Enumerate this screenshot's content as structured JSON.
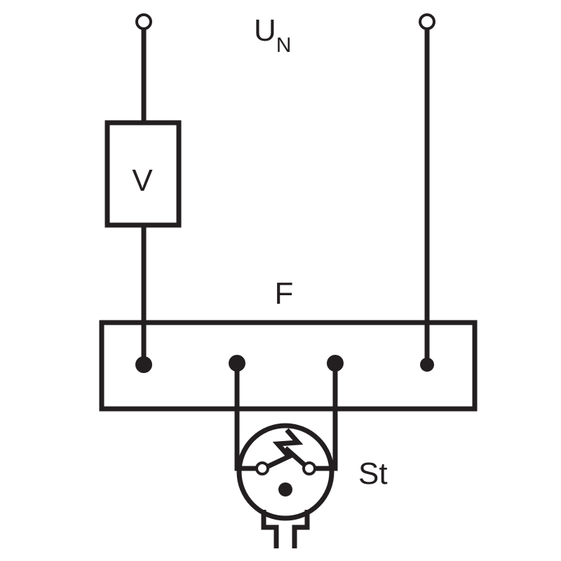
{
  "diagram": {
    "labels": {
      "voltage_main": "U",
      "voltage_sub": "N",
      "component_v": "V",
      "component_f": "F",
      "component_st": "St"
    },
    "colors": {
      "line": "#231f20",
      "background": "#ffffff"
    }
  }
}
